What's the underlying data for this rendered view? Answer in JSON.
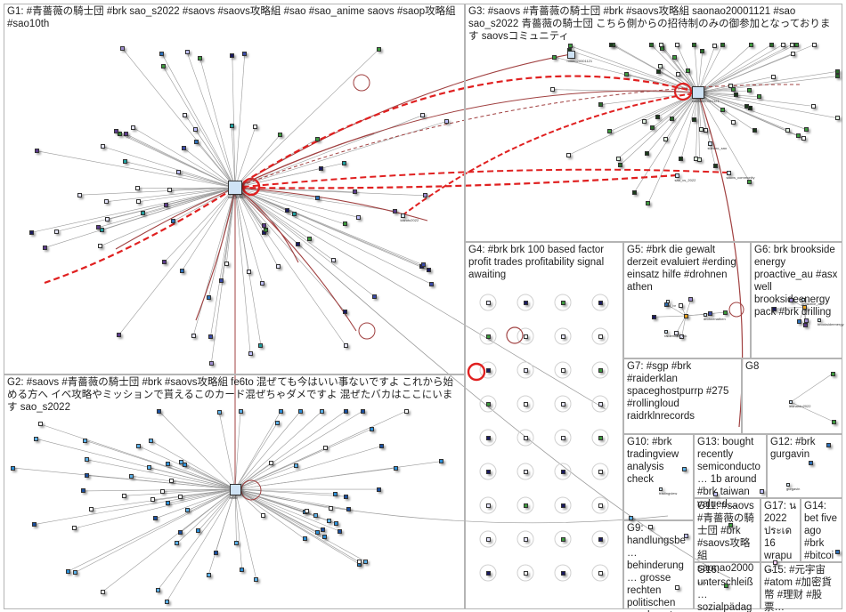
{
  "groups": [
    {
      "id": "g1",
      "label": "G1: #青薔薇の騎士団 #brk sao_s2022 #saovs #saovs攻略組 #sao #sao_anime saovs #saop攻略組 #sao10th"
    },
    {
      "id": "g2",
      "label": "G2: #saovs #青薔薇の騎士団 #brk #saovs攻略組 fe6to 混ぜても今はいい事ないですよ これから始める方へ イベ攻略やミッションで貰えるこのカード混ぜちゃダメですよ 混ぜたバカはここにいます sao_s2022"
    },
    {
      "id": "g3",
      "label": "G3: #saovs #青薔薇の騎士団 #brk #saovs攻略組 saonao20001121 #sao sao_s2022 青薔薇の騎士団 こちら側からの招待制のみの御参加となっております saovsコミュニティ"
    },
    {
      "id": "g4",
      "label": "G4: #brk brk 100 based factor profit trades profitability signal awaiting"
    },
    {
      "id": "g5",
      "label": "G5: #brk die gewalt derzeit evaluiert #erding einsatz hilfe #drohnen athen"
    },
    {
      "id": "g6",
      "label": "G6: brk brookside energy proactive_au #asx well brooksideenergy pack #brk drilling"
    },
    {
      "id": "g7",
      "label": "G7: #sgp #brk #raiderklan spaceghostpurrp #275 #rollingloud raidrklnrecords"
    },
    {
      "id": "g8",
      "label": "G8"
    },
    {
      "id": "g9",
      "label": "G9: handlungsbe… behinderung… grosse rechten politischen anerkennt…"
    },
    {
      "id": "g10",
      "label": "G10: #brk tradingview analysis check"
    },
    {
      "id": "g11",
      "label": "G11: #saovs #青薔薇の騎士団 #brk #saovs攻略組 saonao2000…"
    },
    {
      "id": "g12",
      "label": "G12: #brk gurgavin"
    },
    {
      "id": "g13",
      "label": "G13: bought recently semiconducto… 1b around #brk taiwan valued…"
    },
    {
      "id": "g14",
      "label": "G14: bet five ago #brk #bitcoi…"
    },
    {
      "id": "g15",
      "label": "G15: #元宇宙 #atom #加密貨幣 #理财 #股票…"
    },
    {
      "id": "g16",
      "label": "G16: unterschleiß… sozialpädag…"
    },
    {
      "id": "g17",
      "label": "G17: น 2022 ประเด 16 wrapu…"
    }
  ],
  "hubs": {
    "g1_hub": "sao_s2022",
    "g2_hub": "fe6to",
    "g3_hub": "saonao20001121",
    "g3_top": "momo20001121",
    "g1_mid": "kazuto2022",
    "g3_low1": "sao_vs_2022",
    "g3_low2": "saovs_community",
    "g3_low3": "suzuno_sao",
    "g5_a": "evi_br",
    "g5_b": "drohnenathen",
    "g5_c": "raiderklan_brk",
    "g6_a": "proactive_au",
    "g6_b": "brooksideenergy",
    "g8_a": "leonardo2022",
    "g10_a": "tradingview",
    "g12_a": "gurgavin"
  },
  "colors": {
    "border": "#b4b4b4",
    "edge": "#9a9a9a",
    "edge_strong": "#a04040",
    "edge_red": "#e02020",
    "hub_fill": "#cfe3f5"
  }
}
